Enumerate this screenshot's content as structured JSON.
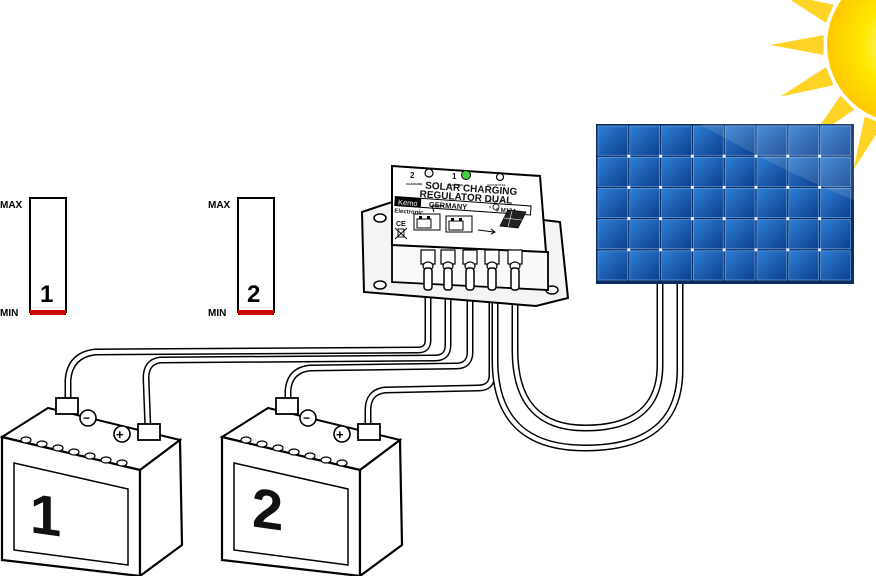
{
  "gauges": [
    {
      "id": "1",
      "max_label": "MAX",
      "min_label": "MIN",
      "number": "1",
      "level_color": "#cc0000"
    },
    {
      "id": "2",
      "max_label": "MAX",
      "min_label": "MIN",
      "number": "2",
      "level_color": "#cc0000"
    }
  ],
  "controller": {
    "led_2_label": "2",
    "led_2_caption": "CHARGING",
    "led_1_label": "1",
    "led_1_caption": "CHARGING",
    "led_3_caption": "ACCUS FULL",
    "title_line1": "SOLAR CHARGING",
    "title_line2": "REGULATOR DUAL",
    "brand_top": "Kemo",
    "brand_bottom": "Electronic",
    "country": "GERMANY",
    "model": "# M174",
    "ce_mark": "CE",
    "led_on_color": "#3fd13f"
  },
  "batteries": [
    {
      "number": "1",
      "minus": "−",
      "plus": "+"
    },
    {
      "number": "2",
      "minus": "−",
      "plus": "+"
    }
  ],
  "colors": {
    "panel_blue": "#1a62b8",
    "panel_dark": "#0a3c86",
    "sun_yellow": "#ffe21a",
    "sun_orange": "#ffcc00"
  }
}
